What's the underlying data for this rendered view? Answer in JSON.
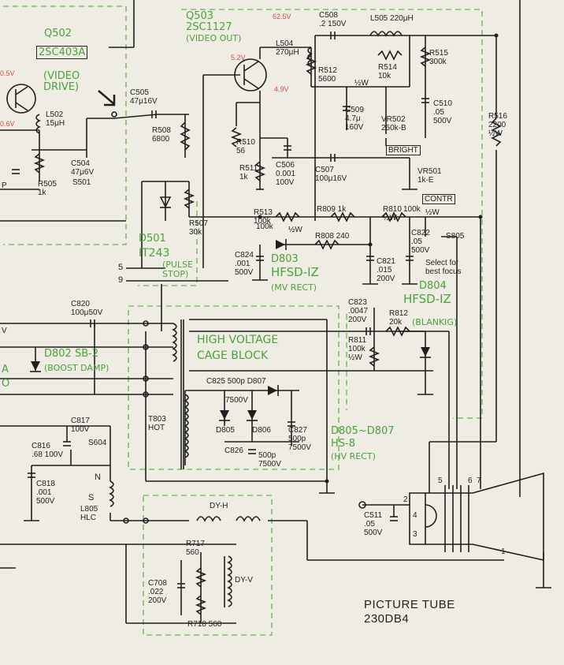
{
  "labels": {
    "q502": "Q502",
    "q502_part": "2SC403A",
    "q502_role": "(VIDEO\nDRIVE)",
    "q503": "Q503",
    "q503_part": "2SC1127",
    "q503_role": "(VIDEO OUT)",
    "v_625": "62.5V",
    "v_52": "5.2V",
    "v_49": "4.9V",
    "v_05": "0.5V",
    "v_06": "0.6V",
    "c508": "C508\n.2 150V",
    "l505": "L505 220μH",
    "l504": "L504\n270μH",
    "r512": "R512\n5600",
    "r514": "R514\n10k",
    "r515": "R515\n300k",
    "c510": "C510\n.05\n500V",
    "half_w_1": "½W",
    "c509": "C509\n4.7μ\n160V",
    "vr502": "VR502\n250k-B",
    "bright": "BRIGHT",
    "r516": "R516\n2200\n½W",
    "c505": "C505\n47μ16V",
    "r508": "R508\n6800",
    "l502": "L502\n15μH",
    "c504": "C504\n47μ6V",
    "s501": "S501",
    "r505": "R505\n1k",
    "p": "P",
    "r510": "R510\n56",
    "r511": "R511\n1k",
    "c506": "C506\n0.001\n100V",
    "c507": "C507\n100μ16V",
    "vr501": "VR501\n1k-E",
    "contr": "CONTR",
    "r507": "R507\n30k",
    "r513": "R513\n100k",
    "half_w_2": "½W",
    "r809": "R809 1k",
    "r810": "R810\n½W",
    "k100": "100k",
    "half_w_3": "½W",
    "d501": "D501",
    "d501_part": "IT243",
    "d501_role": "(PULSE\nSTOP)",
    "r808": "R808 240",
    "c822": "C822\n.05\n500V",
    "s805": "S805",
    "focus": "Select for\nbest focus",
    "c824": "C824\n.001\n500V",
    "d803": "D803",
    "d803_part": "HFSD-IZ",
    "d803_role": "(MV RECT)",
    "c821": "C821\n.015\n200V",
    "d804": "D804",
    "d804_part": "HFSD-IZ",
    "c820": "C820\n100μ50V",
    "c823": "C823\n.0047\n200V",
    "r812": "R812\n20k",
    "blanking": "(BLANKIG)",
    "d802": "D802 SB-2",
    "d802_role": "(BOOST DAMP)",
    "hv_block_1": "HIGH VOLTAGE",
    "hv_block_2": "CAGE BLOCK",
    "r811": "R811\n100k\n½W",
    "c825": "C825 500p D807",
    "v7500_1": "7500V",
    "d805": "D805",
    "d806": "D806",
    "c827": "C827\n500p\n7500V",
    "t803": "T803\nHOT",
    "c826": "C826",
    "c826_val": "500p\n7500V",
    "d805_807": "D805~D807",
    "hs8": "HS-8",
    "hv_rect": "(HV RECT)",
    "c817": "C817\n100V",
    "s604": "S604",
    "c816": "C816\n.68 100V",
    "c818": "C818\n.001\n500V",
    "n": "N",
    "s": "S",
    "l805": "L805\nHLC",
    "dy_h": "DY-H",
    "r717": "R717\n560",
    "dy_v": "DY-V",
    "c708": "C708\n.022\n200V",
    "r718": "R718 560",
    "c511": "C511\n.05\n500V",
    "pin2": "2",
    "pin4": "4",
    "pin3": "3",
    "pin5": "5",
    "pins67": "6  7",
    "pin1": "1",
    "tube_title": "PICTURE TUBE",
    "tube_part": "230DB4",
    "d802_left": "A",
    "d802_right": "O",
    "v_label": "V",
    "term5": "5",
    "term9": "9"
  }
}
